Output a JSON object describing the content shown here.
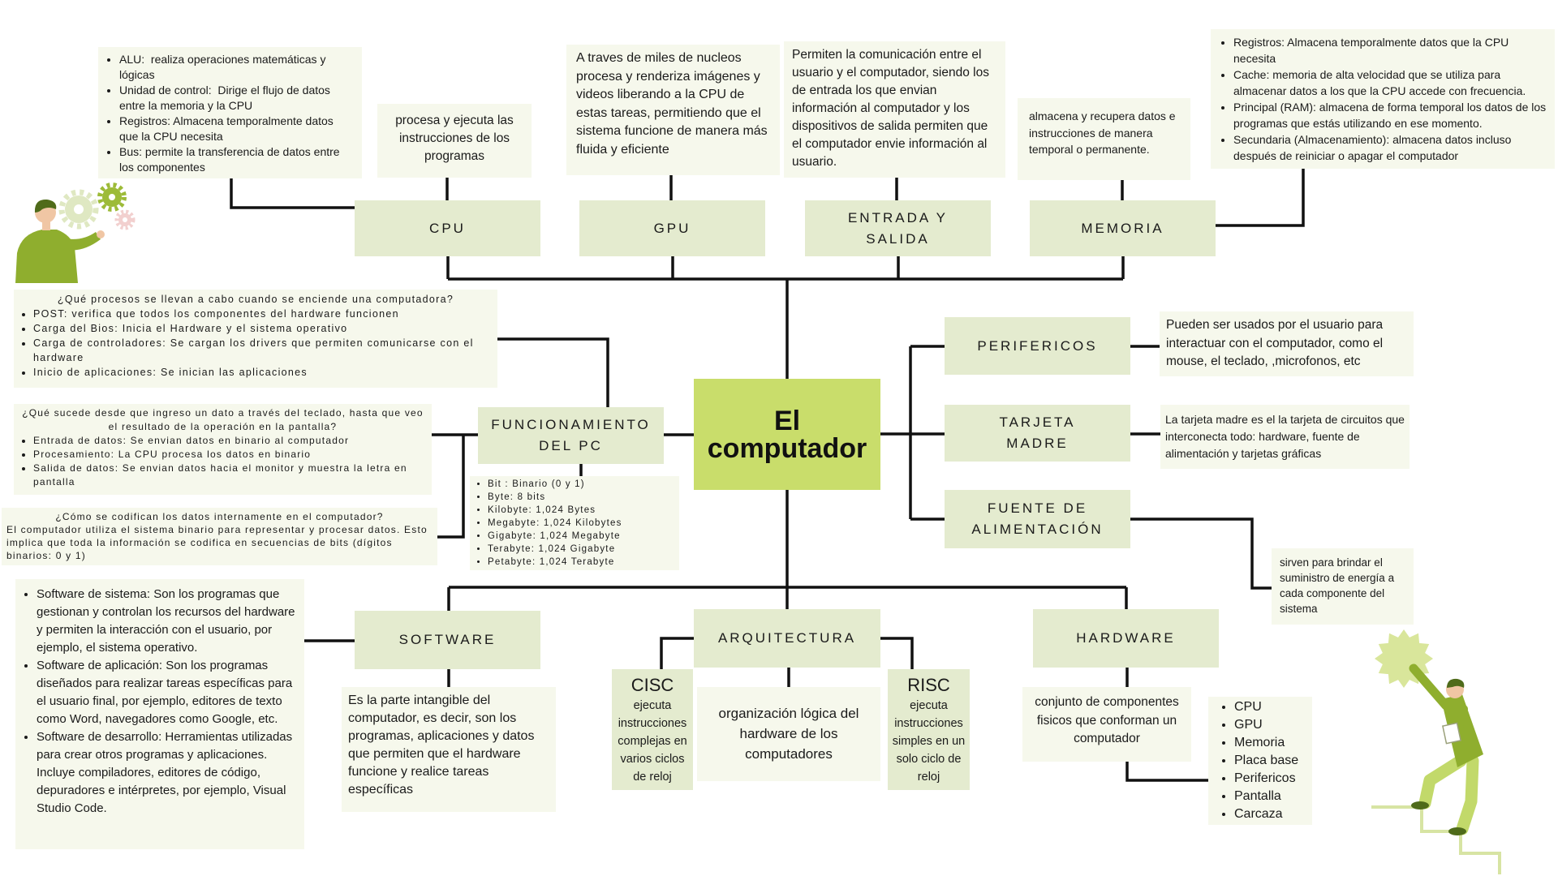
{
  "colors": {
    "node_fill": "#e4ebcf",
    "note_fill": "#f6f8ec",
    "central_fill": "#c9dd6b",
    "connector": "#111111",
    "accent_olive": "#8fae2e"
  },
  "illustrations": {
    "top_left": "person-with-gears-icon",
    "bottom_right": "person-climbing-stairs-icon"
  },
  "central": {
    "title": "El computador"
  },
  "cpu": {
    "label": "CPU",
    "desc": "procesa y ejecuta las instrucciones de los programas",
    "components": [
      "ALU:  realiza operaciones matemáticas y lógicas",
      "Unidad de control:  Dirige el flujo de datos entre la memoria y la CPU",
      "Registros: Almacena temporalmente datos que la CPU necesita",
      "Bus: permite la transferencia de datos entre los componentes"
    ]
  },
  "gpu": {
    "label": "GPU",
    "desc": "A traves de miles de nucleos procesa y renderiza imágenes y videos liberando a la CPU de estas tareas, permitiendo que el sistema funcione de manera más fluida y eficiente"
  },
  "io": {
    "label": "ENTRADA Y SALIDA",
    "desc": "Permiten la comunicación entre el usuario y el computador, siendo los de entrada los que envian información al computador y los dispositivos de salida permiten que el computador envie información al usuario."
  },
  "memoria": {
    "label": "MEMORIA",
    "desc": "almacena y recupera datos e instrucciones de manera temporal o permanente.",
    "types": [
      "Registros: Almacena temporalmente datos que la CPU necesita",
      "Cache: memoria de alta velocidad que se utiliza para almacenar datos a los que la CPU accede con frecuencia.",
      "Principal (RAM): almacena de forma temporal los datos de los programas que estás utilizando en ese momento.",
      "Secundaria (Almacenamiento): almacena datos incluso después de reiniciar o apagar el computador"
    ]
  },
  "perifericos": {
    "label": "PERIFERICOS",
    "desc": "Pueden ser usados por el usuario para interactuar con el computador, como el mouse, el teclado, ,microfonos, etc"
  },
  "tarjeta_madre": {
    "label": "TARJETA MADRE",
    "desc": "La tarjeta madre es el la tarjeta de circuitos que interconecta todo: hardware, fuente de alimentación y tarjetas gráficas"
  },
  "fuente": {
    "label": "FUENTE DE ALIMENTACIÓN",
    "desc": "sirven para brindar el suministro de energía a cada componente del sistema"
  },
  "funcionamiento": {
    "label": "FUNCIONAMIENTO DEL PC",
    "arranque": {
      "question": "¿Qué procesos se llevan a cabo cuando se enciende una computadora?",
      "steps": [
        "POST: verifica que todos los componentes del hardware funcionen",
        "Carga del Bios: Inicia el Hardware y el sistema operativo",
        "Carga de controladores: Se cargan los drivers que permiten comunicarse con el hardware",
        "Inicio de aplicaciones: Se inician las aplicaciones"
      ]
    },
    "teclado": {
      "question": "¿Qué sucede desde que ingreso un dato a través del teclado, hasta que veo el resultado de la operación en la pantalla?",
      "steps": [
        "Entrada de datos: Se envian datos en binario al computador",
        "Procesamiento: La CPU procesa los datos en binario",
        "Salida de datos: Se envian datos hacia el monitor y muestra la letra en pantalla"
      ]
    },
    "codificacion": {
      "question": "¿Cómo se codifican los datos internamente en el computador?",
      "answer": "El computador utiliza el sistema binario para representar y procesar datos. Esto implica que toda la información se codifica en secuencias de bits (dígitos binarios: 0 y 1)"
    },
    "unidades": [
      "Bit : Binario (0 y 1)",
      "Byte: 8 bits",
      "Kilobyte: 1,024 Bytes",
      "Megabyte: 1,024 Kilobytes",
      "Gigabyte: 1,024 Megabyte",
      "Terabyte: 1,024 Gigabyte",
      "Petabyte: 1,024 Terabyte"
    ]
  },
  "software": {
    "label": "SOFTWARE",
    "desc": "Es la parte intangible del computador, es decir, son los programas, aplicaciones y datos que permiten que el hardware funcione y realice tareas específicas",
    "types": [
      "Software de sistema: Son los programas que gestionan y controlan los recursos del hardware y permiten la interacción con el usuario, por ejemplo, el sistema operativo.",
      "Software de aplicación: Son los programas diseñados para realizar tareas específicas para el usuario final, por ejemplo, editores de texto como Word, navegadores como Google, etc.",
      "Software de desarrollo: Herramientas utilizadas para crear otros programas y aplicaciones. Incluye compiladores, editores de código, depuradores e intérpretes, por ejemplo, Visual Studio Code."
    ]
  },
  "arquitectura": {
    "label": "ARQUITECTURA",
    "desc": "organización lógica del hardware de los computadores",
    "cisc": {
      "title": "CISC",
      "desc": "ejecuta instrucciones complejas en varios ciclos de reloj"
    },
    "risc": {
      "title": "RISC",
      "desc": "ejecuta instrucciones simples en un solo ciclo de reloj"
    }
  },
  "hardware": {
    "label": "HARDWARE",
    "desc": "conjunto de componentes fisicos que conforman un computador",
    "components": [
      "CPU",
      "GPU",
      "Memoria",
      "Placa base",
      "Perifericos",
      "Pantalla",
      "Carcaza"
    ]
  }
}
